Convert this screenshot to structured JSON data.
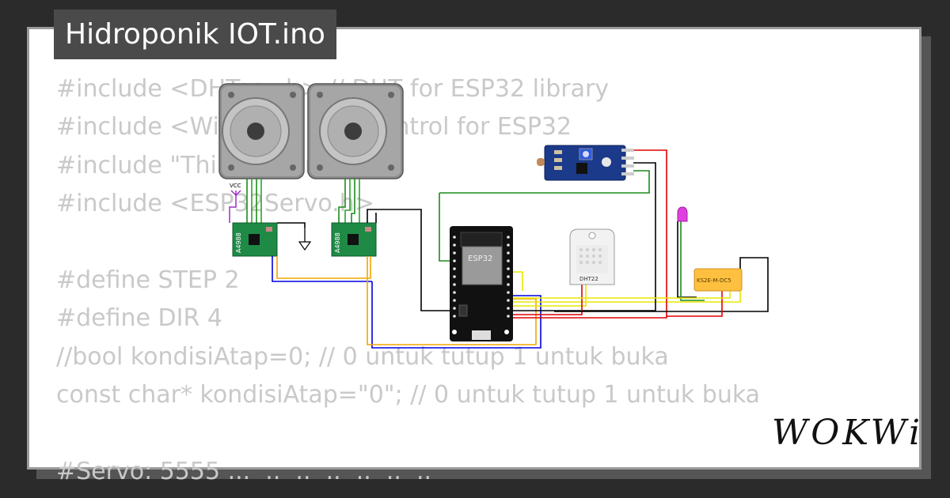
{
  "project": {
    "title": "Hidroponik IOT.ino"
  },
  "code_lines": [
    "#include <DHTesp.h> // DHT for ESP32 library",
    "#include <WiFi.h> // WiFi control for ESP32",
    "#include \"ThingsBoard.h\"",
    "#include <ESP32Servo.h>",
    "",
    "#define STEP 2",
    "#define DIR 4",
    "//bool kondisiAtap=0; // 0 untuk tutup 1 untuk buka",
    "const char* kondisiAtap=\"0\"; // 0 untuk tutup 1 untuk buka",
    "",
    "#Servo: 5555 ...  ..  ..  ..  ..  ..  .."
  ],
  "components": {
    "driver1": "A4988",
    "driver2": "A4988",
    "vcc": "VCC",
    "mcu": "ESP32",
    "sensor": "DHT22",
    "relay": "KS2E-M-DC5"
  },
  "brand": {
    "logo": "WOKWi"
  },
  "colors": {
    "background": "#2b2b2b",
    "card": "#ffffff",
    "title_bg": "#4a4a4a",
    "code_text": "#c9c9c9"
  }
}
